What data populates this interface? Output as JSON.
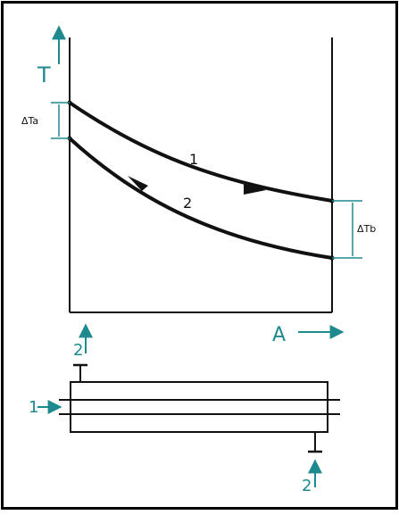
{
  "diagram": {
    "y_axis_label": "T",
    "x_axis_label": "A",
    "delta_t_a_label": "ΔTa",
    "delta_t_b_label": "ΔTb",
    "curve_1_label": "1",
    "curve_2_label": "2",
    "inlet_top_label": "2",
    "inlet_left_label": "1",
    "inlet_bottom_label": "2",
    "colors": {
      "ink": "#111111",
      "accent": "#1e8a8f",
      "frame": "#000000"
    }
  }
}
